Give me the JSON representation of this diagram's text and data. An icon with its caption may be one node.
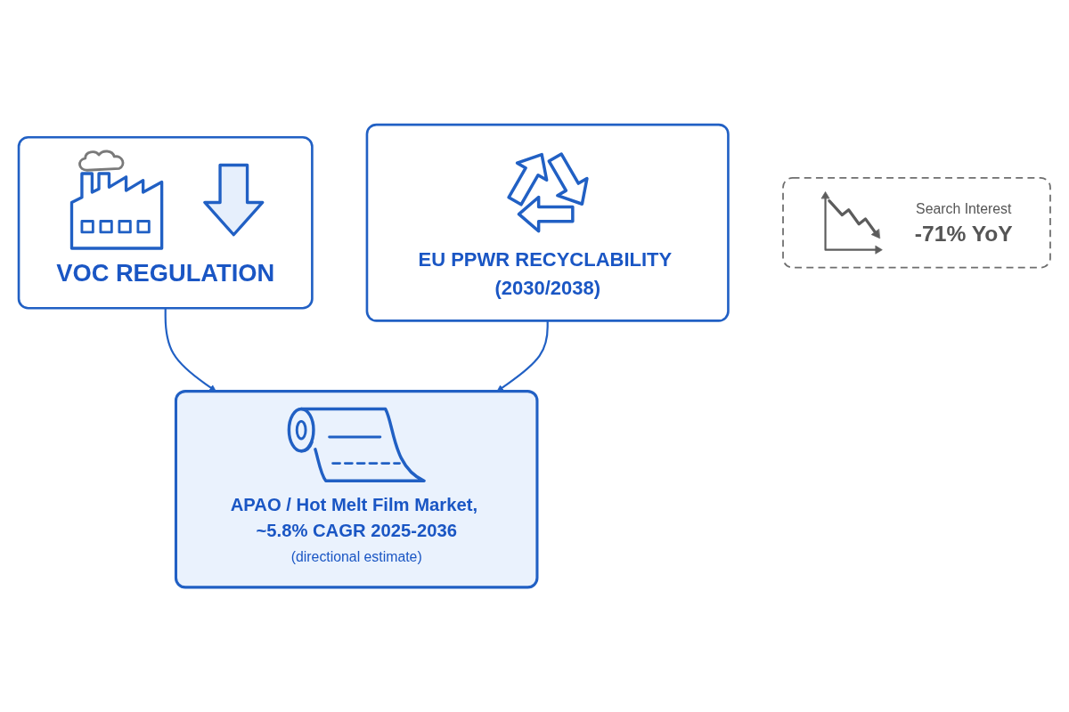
{
  "diagram": {
    "nodes": [
      {
        "text": [
          "VOC REGULATION"
        ]
      },
      {
        "text": [
          "EU PPWR RECYCLABILITY (2030/2038)"
        ]
      },
      {
        "text": [
          "APAO / Hot Melt Film Market, ~5.8% CAGR 2025-2036",
          "(directional estimate)"
        ]
      },
      {
        "text": [
          "Search Interest",
          "-71% YoY"
        ]
      }
    ],
    "edges": [
      {
        "from": 0,
        "to": 2,
        "arrow": "to"
      },
      {
        "from": 1,
        "to": 2,
        "arrow": "to"
      }
    ]
  }
}
